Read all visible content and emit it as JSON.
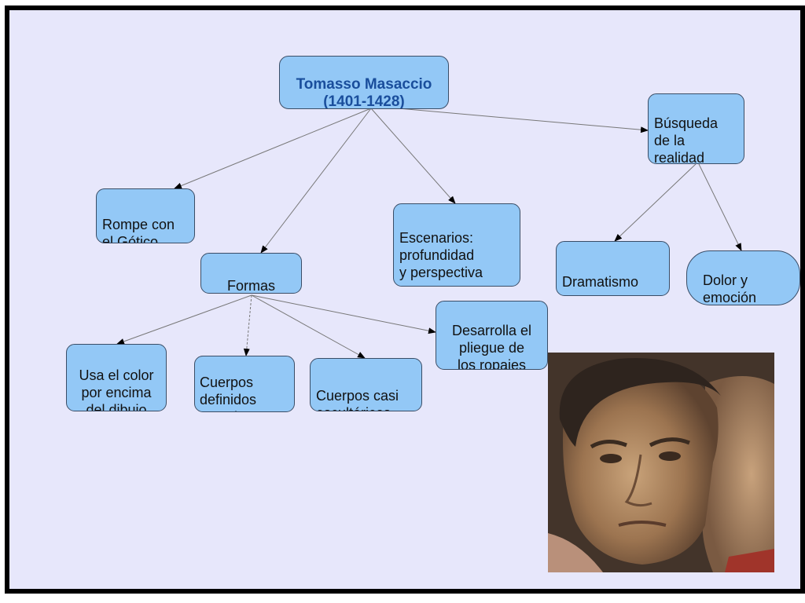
{
  "diagram": {
    "nodes": [
      {
        "id": "root",
        "text": "Tomasso Masaccio\n(1401-1428)"
      },
      {
        "id": "busqueda",
        "text": "Búsqueda\nde la\nrealidad"
      },
      {
        "id": "rompe",
        "text": "Rompe con\nel Gótico"
      },
      {
        "id": "escenarios",
        "text": "Escenarios:\nprofundidad\ny perspectiva"
      },
      {
        "id": "formas",
        "text": "Formas"
      },
      {
        "id": "dramatismo",
        "text": "Dramatismo"
      },
      {
        "id": "dolor",
        "text": "Dolor y\nemoción"
      },
      {
        "id": "color",
        "text": "Usa el color\npor encima\ndel dibujo"
      },
      {
        "id": "cuerpos_def",
        "text": "Cuerpos\ndefinidos\nen volumen"
      },
      {
        "id": "cuerpos_escult",
        "text": "Cuerpos casi\nescultóricos"
      },
      {
        "id": "desarrolla",
        "text": "Desarrolla el\npliegue de\nlos ropajes"
      }
    ],
    "edges": [
      {
        "from": "root",
        "to": "rompe"
      },
      {
        "from": "root",
        "to": "formas"
      },
      {
        "from": "root",
        "to": "escenarios"
      },
      {
        "from": "root",
        "to": "busqueda"
      },
      {
        "from": "busqueda",
        "to": "dramatismo"
      },
      {
        "from": "busqueda",
        "to": "dolor"
      },
      {
        "from": "formas",
        "to": "color"
      },
      {
        "from": "formas",
        "to": "cuerpos_def"
      },
      {
        "from": "formas",
        "to": "cuerpos_escult"
      },
      {
        "from": "formas",
        "to": "desarrolla"
      }
    ]
  },
  "colors": {
    "node_fill": "#93c8f6",
    "node_border": "#3a4d66",
    "title_text": "#1a4e9c",
    "background": "#e7e7fb",
    "frame": "#000000"
  }
}
